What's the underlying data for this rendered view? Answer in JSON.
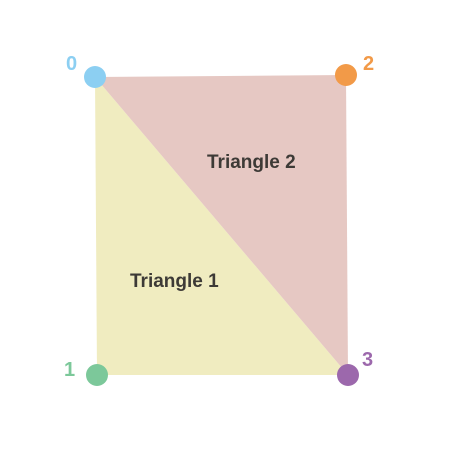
{
  "triangles": [
    {
      "label": "Triangle 1",
      "color": "#f0ecc0"
    },
    {
      "label": "Triangle 2",
      "color": "#e6c8c3"
    }
  ],
  "vertices": [
    {
      "label": "0",
      "color": "#8ccff2"
    },
    {
      "label": "1",
      "color": "#7cc89a"
    },
    {
      "label": "2",
      "color": "#f29a48"
    },
    {
      "label": "3",
      "color": "#9c68ac"
    }
  ]
}
